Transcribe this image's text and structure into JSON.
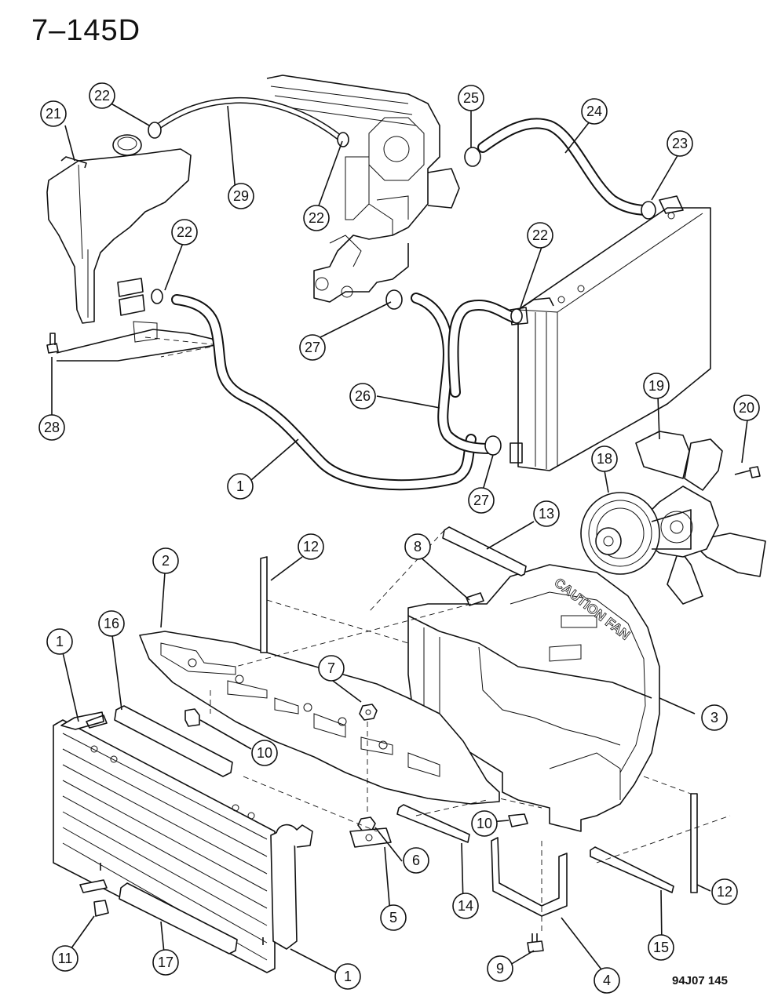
{
  "header": {
    "page_number": "7–145D"
  },
  "footer": {
    "figure_code": "94J07  145"
  },
  "shroud_text": "CAUTION FAN",
  "callouts": [
    {
      "id": "c-21-tank",
      "label": "21"
    },
    {
      "id": "c-22-a",
      "label": "22"
    },
    {
      "id": "c-29",
      "label": "29"
    },
    {
      "id": "c-22-b",
      "label": "22"
    },
    {
      "id": "c-25",
      "label": "25"
    },
    {
      "id": "c-24",
      "label": "24"
    },
    {
      "id": "c-23",
      "label": "23"
    },
    {
      "id": "c-22-c",
      "label": "22"
    },
    {
      "id": "c-22-d",
      "label": "22"
    },
    {
      "id": "c-27-a",
      "label": "27"
    },
    {
      "id": "c-28",
      "label": "28"
    },
    {
      "id": "c-26",
      "label": "26"
    },
    {
      "id": "c-19",
      "label": "19"
    },
    {
      "id": "c-20",
      "label": "20"
    },
    {
      "id": "c-1-hose",
      "label": "1"
    },
    {
      "id": "c-27-b",
      "label": "27"
    },
    {
      "id": "c-18",
      "label": "18"
    },
    {
      "id": "c-13",
      "label": "13"
    },
    {
      "id": "c-12-a",
      "label": "12"
    },
    {
      "id": "c-8",
      "label": "8"
    },
    {
      "id": "c-2",
      "label": "2"
    },
    {
      "id": "c-16",
      "label": "16"
    },
    {
      "id": "c-1-rad",
      "label": "1"
    },
    {
      "id": "c-7",
      "label": "7"
    },
    {
      "id": "c-3",
      "label": "3"
    },
    {
      "id": "c-10-a",
      "label": "10"
    },
    {
      "id": "c-10-b",
      "label": "10"
    },
    {
      "id": "c-6",
      "label": "6"
    },
    {
      "id": "c-5",
      "label": "5"
    },
    {
      "id": "c-14",
      "label": "14"
    },
    {
      "id": "c-12-b",
      "label": "12"
    },
    {
      "id": "c-15",
      "label": "15"
    },
    {
      "id": "c-11",
      "label": "11"
    },
    {
      "id": "c-17",
      "label": "17"
    },
    {
      "id": "c-1-bottom",
      "label": "1"
    },
    {
      "id": "c-9",
      "label": "9"
    },
    {
      "id": "c-4",
      "label": "4"
    }
  ]
}
